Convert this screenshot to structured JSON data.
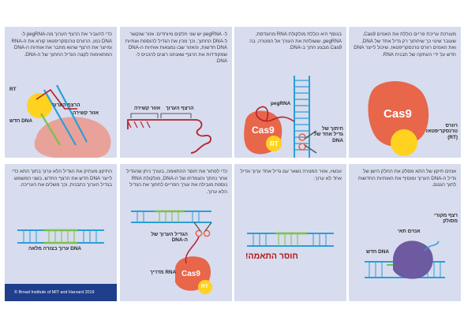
{
  "panels": [
    {
      "text": "מעורכת עריכת פריים כוללת את האנזים Cas9, שעובר שינוי כך שיחתוך רק גדיל אחד של DNA, ואת האנזים רוורס טרנסקריפטאז, שיכול לייצר DNA חדש על ידי העתקה של תבנית RNA.",
      "labels": {
        "cas9": "Cas9",
        "rt": "רוורס טרנסקריפטאז (RT)"
      }
    },
    {
      "text": "בנוסף היא כוללת מולקולת RNA מהונדסת, pegRNA, ששולחת את העורך אל המטרה, בה Cas9 מבצע חתך ב-DNA.",
      "labels": {
        "pegrna": "pegRNA",
        "cas9": "Cas9",
        "rt": "RT",
        "cut": "חיתוך של גדיל אחד של DNA"
      }
    },
    {
      "text": "ל- pegRNA יש שני חלקים מיוחדים: אזור שנקשר ל-DNA החתוך, וכך מכין את הגדיל להוספת אותיות DNA חדשות, והאזור שבו נמצאות אותיות ה-DNA שמקודדות את הרצף שאנחנו רוצים להכניס ל-DNA.",
      "labels": {
        "binding": "אזור קשירה",
        "desired": "הרצף הערוך"
      }
    },
    {
      "text": "כדי להעביר את הרצף הערוך מה-pegRNA ל-DNA כמו, הרוורס טרנסקריפטאז קורא את ה-RNA ומייצר את הרצף שהוא מחבר את אותיות ה-DNA המתאימות לקצה הגדיל החתוך של ה-DNA.",
      "labels": {
        "rt": "RT",
        "desired": "הרצף הערוך",
        "binding": "אזור קשירה",
        "newdna": "DNA חדש"
      }
    },
    {
      "text": "אנזים תיקון של התא מסלק את החלק הישן של גדיל ה-DNA הערוך ומוסיף את האותיות החדשות לתוך הגנום.",
      "labels": {
        "enzyme": "אנזים תאי",
        "flap": "רצף מקורי מסולק",
        "newdna": "DNA חדש"
      }
    },
    {
      "text": "עכשיו, אזור המטרה נשאר עם גדיל אחד ערוך וגדיל אחד לא ערוך.",
      "labels": {
        "mismatch": "חוסר התאמה!"
      }
    },
    {
      "text": "כדי לפתור את חוסר ההתאמה, בעורך ניתן שהגדיל אחר נחתך והצמדתו של ה-DNA, מולקולת RNA נוספת מובילה את עורך הפריים לחתוך את הגדיל הלא ערוך.",
      "labels": {
        "edited": "הגדיל הערוך של ה-DNA",
        "guide": "RNA מדריך",
        "cas9": "Cas9",
        "rt": "RT"
      }
    },
    {
      "text": "התיקון מעתיק את הגדיל הלא ערוך בתוך התא כדי לייצר DNA חדש את הרצף החדש, בשני המשמש בגדיל הערוך כתבנית, וכך משלים את העריכה.",
      "labels": {
        "full": "DNA ערוך בצורה מלאה"
      }
    }
  ],
  "footer": "© Broad Institute of MIT and Harvard 2019",
  "colors": {
    "panel_bg": "#d7dcee",
    "cas9": "#e8664a",
    "rt": "#ffd21f",
    "rna": "#b5202a",
    "dna": "#2a9fd8",
    "edited": "#7cc04a",
    "enzyme": "#6d5aa0",
    "footer": "#1f3e8c"
  }
}
